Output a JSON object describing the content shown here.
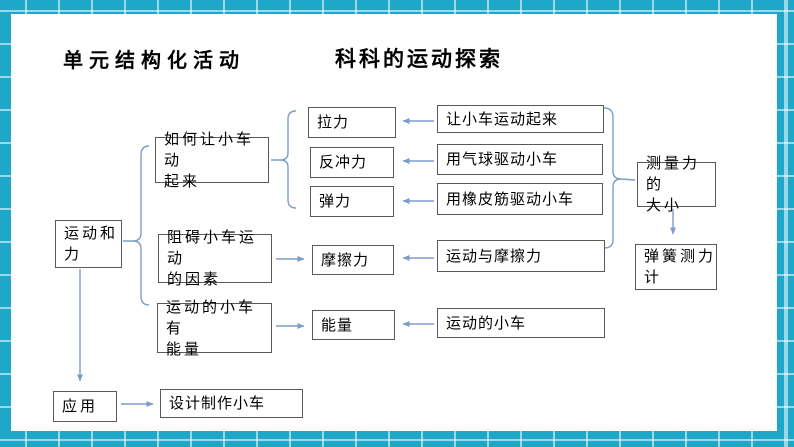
{
  "slide": {
    "title_left": "单元结构化活动",
    "title_center": "科科的运动探索"
  },
  "diagram": {
    "nodes": {
      "motion_force": [
        "运动和",
        "力"
      ],
      "how_move": [
        "如何让小车动",
        "起来"
      ],
      "hinder": [
        "阻碍小车运动",
        "的因素"
      ],
      "cart_energy": [
        "运动的小车有",
        "能量"
      ],
      "pull": "拉力",
      "recoil": "反冲力",
      "elastic": "弹力",
      "friction": "摩擦力",
      "energy": "能量",
      "make_move": "让小车运动起来",
      "balloon": "用气球驱动小车",
      "rubber": "用橡皮筋驱动小车",
      "motion_friction": "运动与摩擦力",
      "moving_cart": "运动的小车",
      "measure": [
        "测量力的",
        "大小"
      ],
      "spring": [
        "弹簧测力",
        "计"
      ],
      "application": "应用",
      "design": "设计制作小车"
    },
    "edges": [
      {
        "from": "make_move",
        "to": "pull"
      },
      {
        "from": "balloon",
        "to": "recoil"
      },
      {
        "from": "rubber",
        "to": "elastic"
      },
      {
        "from": "motion_friction",
        "to": "friction"
      },
      {
        "from": "moving_cart",
        "to": "energy"
      },
      {
        "from": "hinder",
        "to": "friction"
      },
      {
        "from": "cart_energy",
        "to": "energy"
      },
      {
        "from": "measure",
        "to": "spring"
      },
      {
        "from": "motion_force",
        "to": "application"
      },
      {
        "from": "application",
        "to": "design"
      },
      {
        "brace": "motion_force",
        "groups": [
          "how_move",
          "hinder",
          "cart_energy"
        ]
      },
      {
        "brace": "how_move",
        "groups": [
          "pull",
          "recoil",
          "elastic"
        ]
      },
      {
        "brace": "measure",
        "groups": [
          "make_move",
          "balloon",
          "rubber",
          "motion_friction"
        ]
      }
    ]
  },
  "colors": {
    "border_teal": "#1ea7c9",
    "grid_line": "#9fdcea",
    "arrow_blue": "#7d9dca",
    "box_border": "#595959",
    "text": "#000000",
    "slide_bg": "#ffffff"
  }
}
